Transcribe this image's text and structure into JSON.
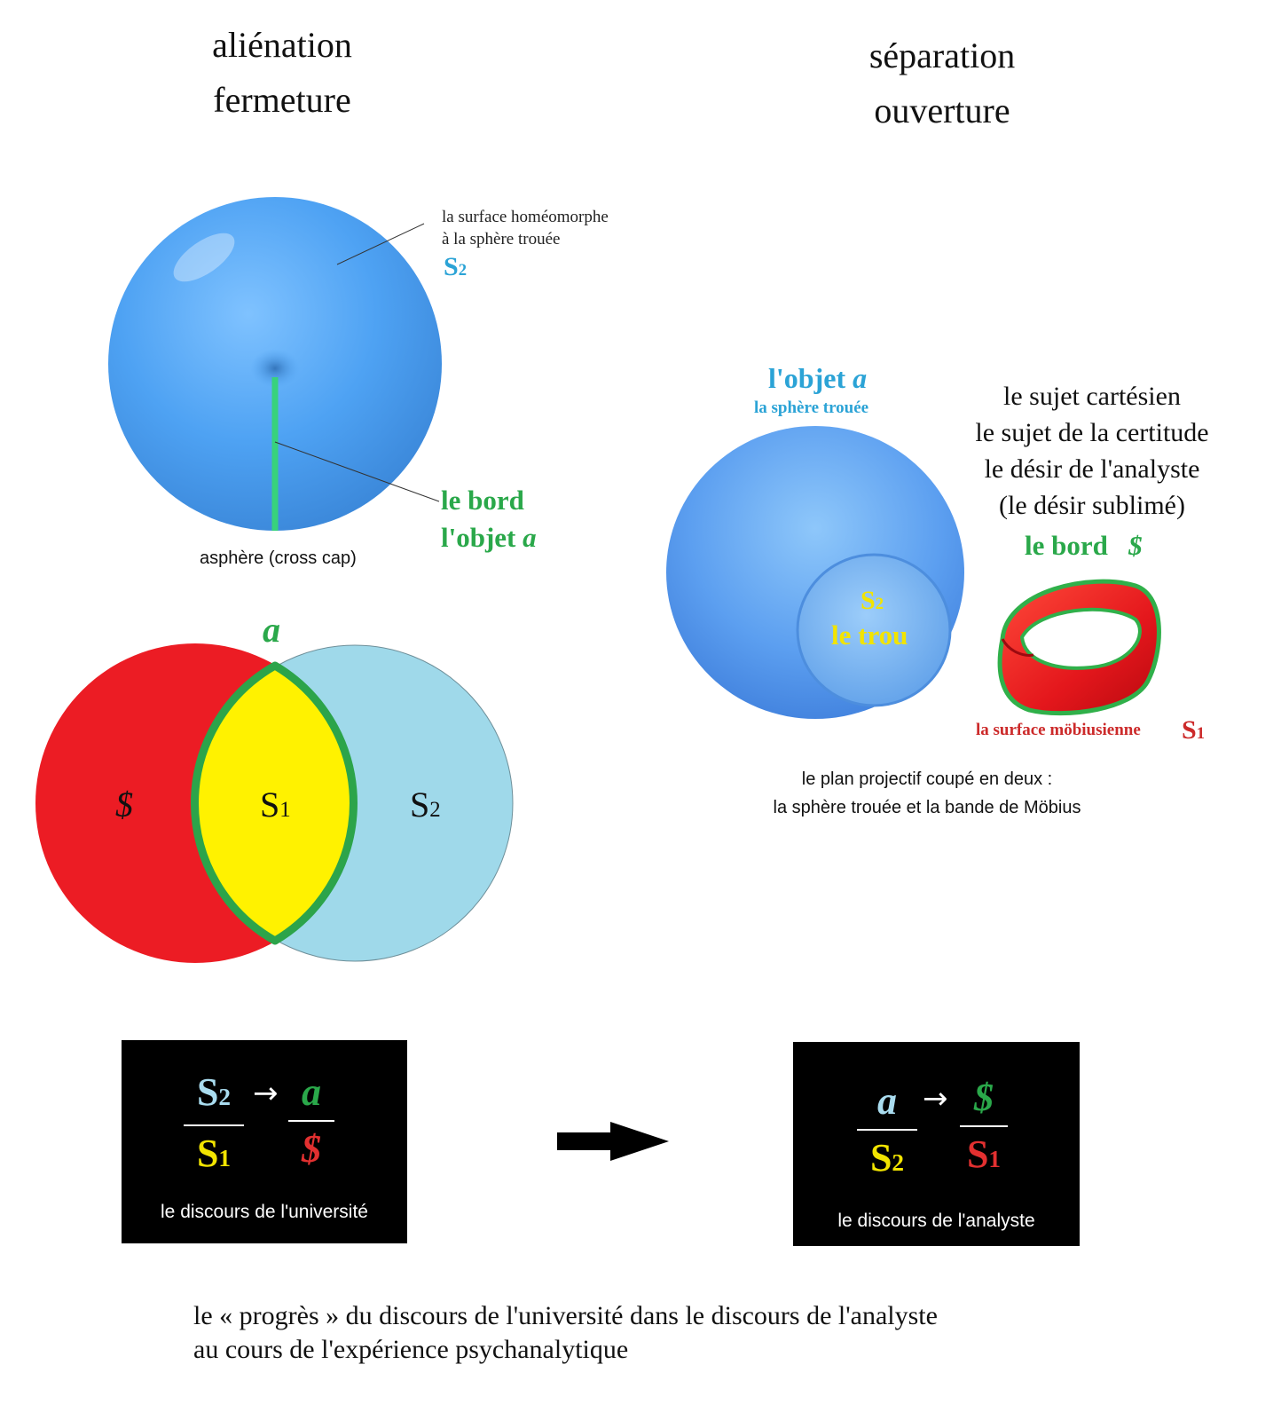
{
  "headings": {
    "left_line1": "aliénation",
    "left_line2": "fermeture",
    "right_line1": "séparation",
    "right_line2": "ouverture"
  },
  "crosscap": {
    "surface_label_line1": "la surface homéomorphe",
    "surface_label_line2": "à la sphère trouée",
    "surface_symbol": "S",
    "surface_symbol_sub": "2",
    "edge_label": "le bord",
    "object_label": "l'objet ",
    "object_letter": "a",
    "caption": "asphère (cross cap)"
  },
  "venn": {
    "top_letter": "a",
    "left_symbol": "$",
    "center_symbol": "S",
    "center_sub": "1",
    "right_symbol": "S",
    "right_sub": "2",
    "colors": {
      "left": "#ec1c24",
      "center": "#fff200",
      "right": "#9fd9ea",
      "border": "#2ca44a"
    }
  },
  "projective": {
    "object_label": "l'objet ",
    "object_letter": "a",
    "sphere_label": "la sphère trouée",
    "hole_symbol": "S",
    "hole_sub": "2",
    "hole_label": "le trou",
    "subject_lines": [
      "le sujet cartésien",
      "le sujet de la certitude",
      "le désir de l'analyste",
      "(le désir sublimé)"
    ],
    "edge_label": "le bord",
    "edge_symbol": "$",
    "mobius_label": "la surface möbiusienne",
    "mobius_symbol": "S",
    "mobius_sub": "1",
    "caption_line1": "le plan projectif coupé en deux :",
    "caption_line2": "la sphère trouée et la bande de Möbius"
  },
  "university": {
    "num_left": "S",
    "num_left_sub": "2",
    "num_right": "a",
    "den_left": "S",
    "den_left_sub": "1",
    "den_right": "$",
    "arrow": "→",
    "caption": "le discours de l'université"
  },
  "analyst": {
    "num_left": "a",
    "num_right": "$",
    "den_left": "S",
    "den_left_sub": "2",
    "den_right": "S",
    "den_right_sub": "1",
    "arrow": "→",
    "caption": "le discours de l'analyste"
  },
  "footer": {
    "line1": "le « progrès » du discours de l'université dans le discours de l'analyste",
    "line2": "au cours de l'expérience psychanalytique"
  }
}
